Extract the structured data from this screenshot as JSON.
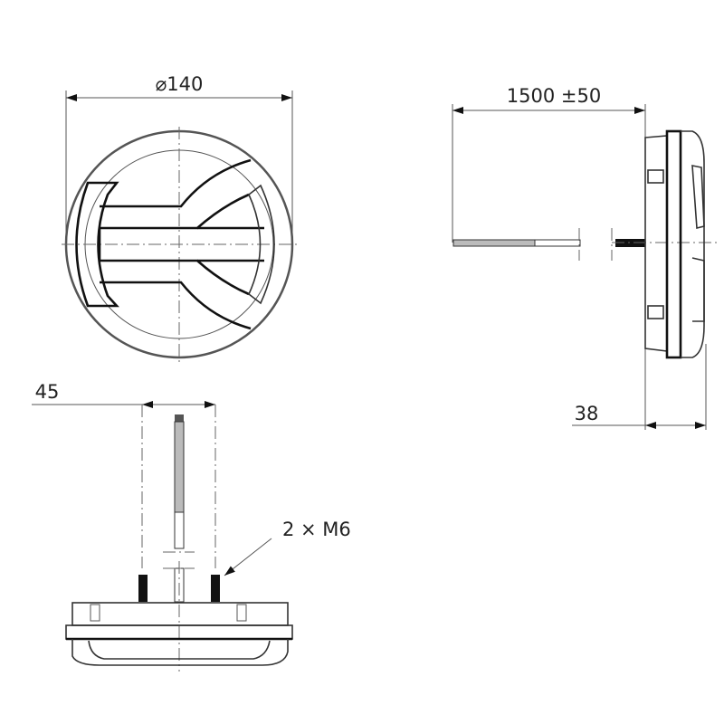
{
  "dimensions": {
    "diameter": "⌀140",
    "cable_length": "1500 ±50",
    "depth": "38",
    "stud_spacing": "45",
    "studs": "2 × M6"
  },
  "colors": {
    "line": "#111111",
    "background": "#ffffff"
  }
}
